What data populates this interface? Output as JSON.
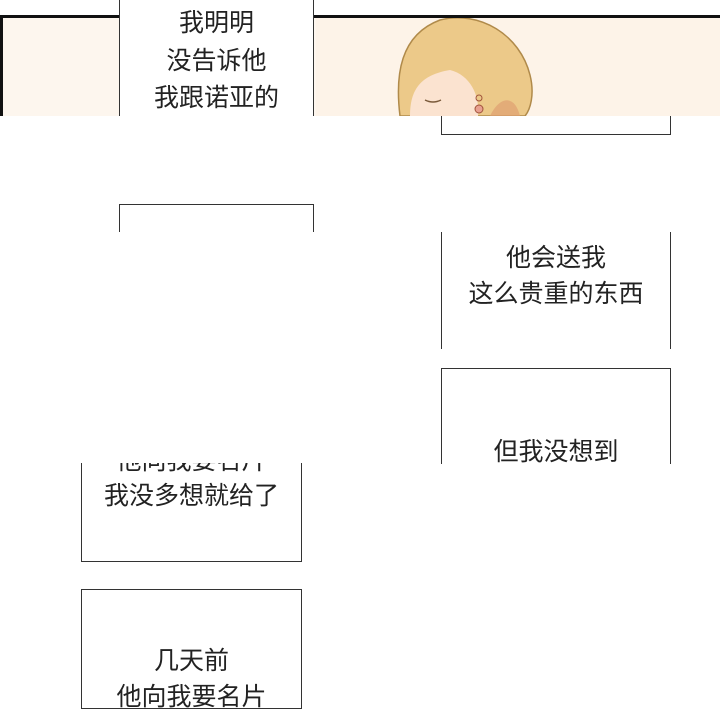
{
  "captions": {
    "top": [
      "我明明",
      "没告诉他",
      "我跟诺亚的"
    ],
    "gift": [
      "他会送我",
      "这么贵重的东西"
    ],
    "surprise": [
      "但我没想到"
    ],
    "gave": [
      "他向我要名片",
      "我没多想就给了"
    ],
    "days_ago": [
      "几天前",
      "他向我要名片"
    ]
  },
  "colors": {
    "panel_bg": "#fdf6ee",
    "hair": "#e9c47a",
    "border": "#111111"
  }
}
